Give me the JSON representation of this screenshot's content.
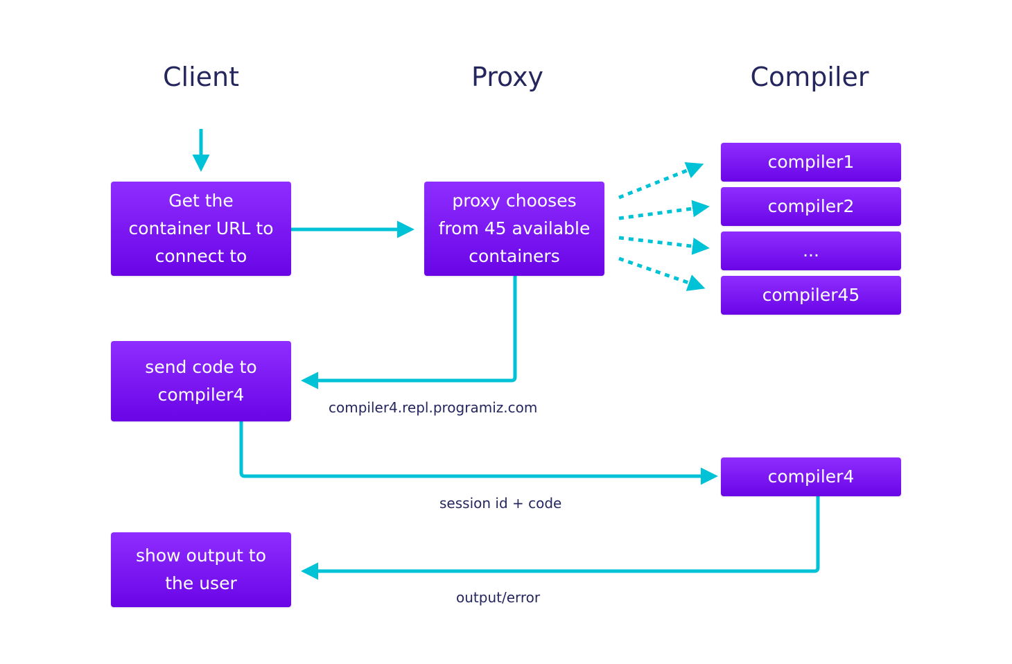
{
  "columns": {
    "client": "Client",
    "proxy": "Proxy",
    "compiler": "Compiler"
  },
  "boxes": {
    "get_url": "Get the\ncontainer URL to\nconnect to",
    "proxy_chooses": "proxy chooses\nfrom 45 available\ncontainers",
    "send_code": "send code to\ncompiler4",
    "show_output": "show output to\nthe user",
    "compiler1": "compiler1",
    "compiler2": "compiler2",
    "compiler_ellipsis": "...",
    "compiler45": "compiler45",
    "compiler4": "compiler4"
  },
  "labels": {
    "container_url": "compiler4.repl.programiz.com",
    "session": "session id + code",
    "output": "output/error"
  },
  "colors": {
    "box_top": "#8e2dff",
    "box_bottom": "#6a05e6",
    "arrow": "#00c2d6",
    "title_text": "#25265e"
  }
}
